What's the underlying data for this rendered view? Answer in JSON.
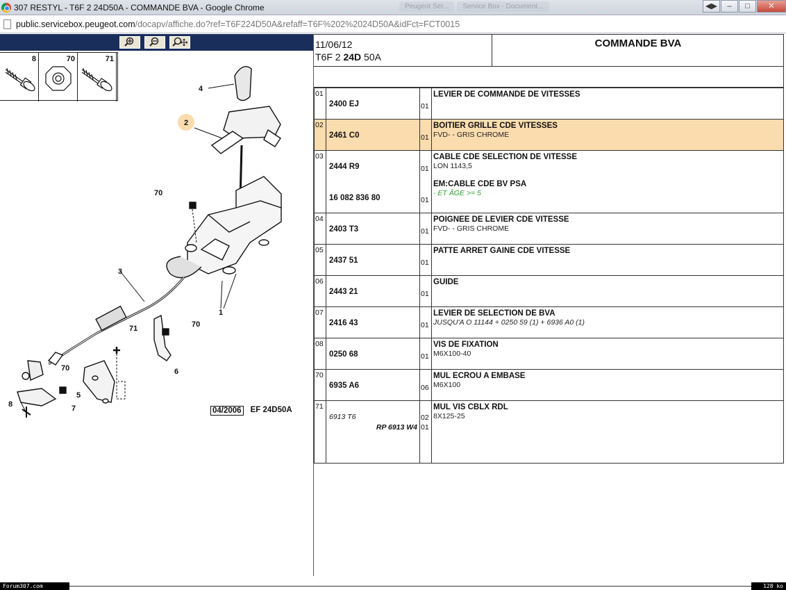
{
  "window": {
    "title": "307 RESTYL - T6F 2 24D50A - COMMANDE BVA - Google Chrome",
    "ghost_tabs": [
      "Peugeot Ser...",
      "Service Box - Document...",
      ""
    ],
    "buttons": [
      "◀▶",
      "–",
      "□",
      "✕"
    ]
  },
  "address": {
    "host": "public.servicebox.peugeot.com",
    "path": "/docapv/affiche.do?ref=T6F224D50A&refaff=T6F%202%2024D50A&idFct=FCT0015"
  },
  "viewer": {
    "zoom_in_icon": "zoom-in-icon",
    "zoom_out_icon": "zoom-out-icon",
    "pan_icon": "zoom-pan-icon",
    "strip_numbers": [
      "8",
      "70",
      "71"
    ],
    "callouts": [
      "4",
      "2",
      "70",
      "3",
      "1",
      "71",
      "70",
      "6",
      "70",
      "5",
      "8",
      "7"
    ],
    "stamp_date": "04/2006",
    "stamp_ref": "EF 24D50A"
  },
  "header": {
    "date": "11/06/12",
    "code_a": "T6F 2 ",
    "code_b": "24D",
    "code_c": " 50A",
    "title": "COMMANDE BVA"
  },
  "parts": [
    {
      "rep": "01",
      "ref": "2400 EJ",
      "qty": "01",
      "title": "LEVIER DE COMMANDE DE VITESSES",
      "sub": ""
    },
    {
      "rep": "02",
      "ref": "2461 C0",
      "qty": "01",
      "title": "BOITIER GRILLE CDE VITESSES",
      "sub": "FVD- - GRIS CHROME",
      "selected": true
    },
    {
      "rep": "03",
      "ref": "2444 R9",
      "qty": "01",
      "title": "CABLE CDE SELECTION DE VITESSE",
      "sub": "LON 1143,5",
      "ref2": "16 082 836 80",
      "qty2": "01",
      "title2": "EM:CABLE CDE BV PSA",
      "sub2": "- ET ÂGE >= 5"
    },
    {
      "rep": "04",
      "ref": "2403 T3",
      "qty": "01",
      "title": "POIGNEE DE LEVIER CDE VITESSE",
      "sub": "FVD- - GRIS CHROME"
    },
    {
      "rep": "05",
      "ref": "2437 51",
      "qty": "01",
      "title": "PATTE ARRET GAINE CDE VITESSE",
      "sub": ""
    },
    {
      "rep": "06",
      "ref": "2443 21",
      "qty": "01",
      "title": "GUIDE",
      "sub": ""
    },
    {
      "rep": "07",
      "ref": "2416 43",
      "qty": "01",
      "title": "LEVIER DE SELECTION DE BVA",
      "sub": "JUSQU'A O 11144 + 0250 59 (1) + 6936 A0 (1)"
    },
    {
      "rep": "08",
      "ref": "0250 68",
      "qty": "01",
      "title": "VIS DE FIXATION",
      "sub": "M6X100-40"
    },
    {
      "rep": "70",
      "ref": "6935 A6",
      "qty": "06",
      "title": "MUL ECROU A EMBASE",
      "sub": "M6X100"
    },
    {
      "rep": "71",
      "ref": "6913 T6",
      "qty": "02",
      "title": "MUL VIS CBLX RDL",
      "sub": "8X125-25",
      "ref2": "RP 6913 W4",
      "qty2": "01"
    }
  ],
  "status": {
    "left": "Forum307.com",
    "right": "128 ko"
  }
}
